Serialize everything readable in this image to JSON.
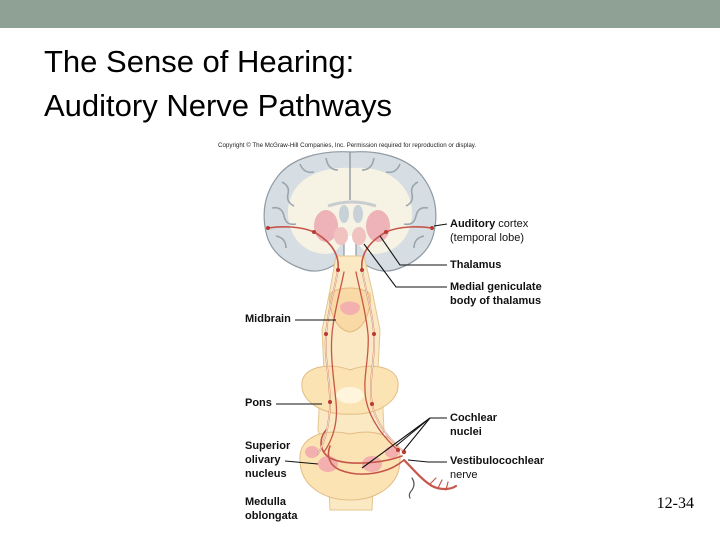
{
  "slide": {
    "title_line1": "The Sense of Hearing:",
    "title_line2": "Auditory Nerve Pathways",
    "slide_number": "12-34",
    "bar_color": "#8fa195"
  },
  "figure": {
    "copyright": "Copyright © The McGraw-Hill Companies, Inc. Permission required for reproduction or display.",
    "labels": {
      "auditory_cortex_bold": "Auditory",
      "auditory_cortex_rest": " cortex",
      "temporal_lobe": "(temporal lobe)",
      "thalamus": "Thalamus",
      "medial_geniculate_1": "Medial geniculate",
      "medial_geniculate_2": "body of thalamus",
      "midbrain": "Midbrain",
      "pons": "Pons",
      "cochlear_nuclei_1": "Cochlear",
      "cochlear_nuclei_2": "nuclei",
      "superior_olivary_1": "Superior",
      "superior_olivary_2": "olivary",
      "superior_olivary_3": "nucleus",
      "vestibulocochlear_1": "Vestibulocochlear",
      "vestibulocochlear_2": "nerve",
      "medulla_1": "Medulla",
      "medulla_2": "oblongata"
    }
  }
}
